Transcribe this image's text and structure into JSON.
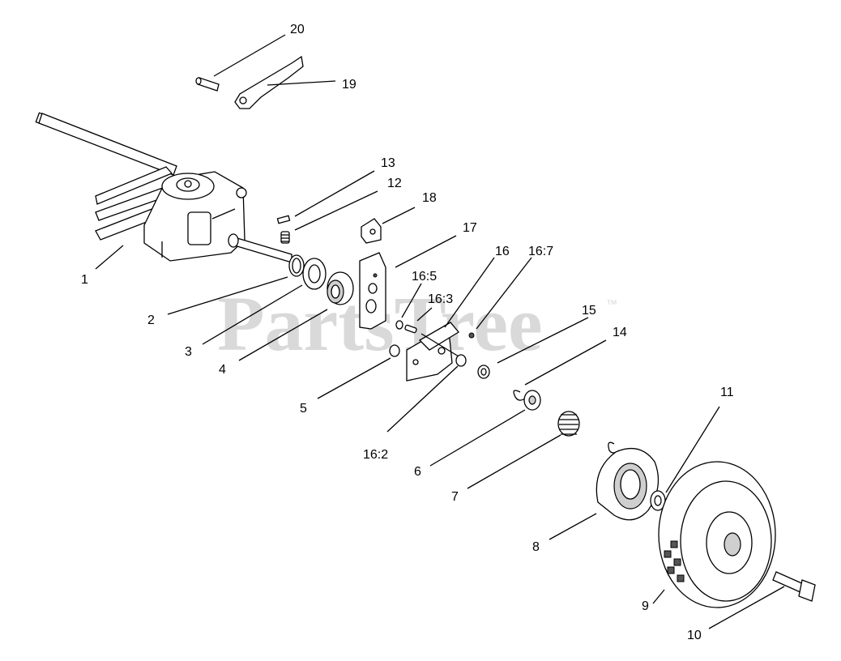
{
  "watermark": {
    "text": "PartsTree",
    "trademark": "™"
  },
  "callouts": {
    "c1": "1",
    "c2": "2",
    "c3": "3",
    "c4": "4",
    "c5": "5",
    "c6": "6",
    "c7": "7",
    "c8": "8",
    "c9": "9",
    "c10": "10",
    "c11": "11",
    "c12": "12",
    "c13": "13",
    "c14": "14",
    "c15": "15",
    "c16": "16",
    "c16_2": "16:2",
    "c16_3": "16:3",
    "c16_5": "16:5",
    "c16_7": "16:7",
    "c17": "17",
    "c18": "18",
    "c19": "19",
    "c20": "20"
  }
}
